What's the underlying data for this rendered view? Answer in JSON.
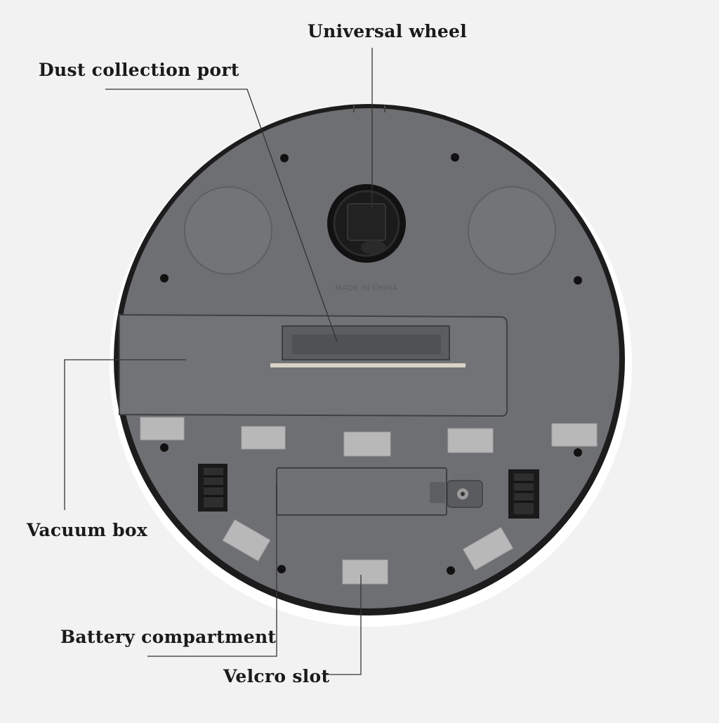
{
  "labels": {
    "universal_wheel": "Universal wheel",
    "dust_collection_port": "Dust collection port",
    "vacuum_box": "Vacuum box",
    "battery_compartment": "Battery compartment",
    "velcro_slot": "Velcro slot"
  },
  "device": {
    "stamp": "MADE IN CHINA"
  },
  "colors": {
    "background": "#f2f2f2",
    "body_gray": "#6e6f72",
    "rim_black": "#1c1c1c",
    "velcro": "#b8b8b8",
    "leader_line": "#333333"
  }
}
